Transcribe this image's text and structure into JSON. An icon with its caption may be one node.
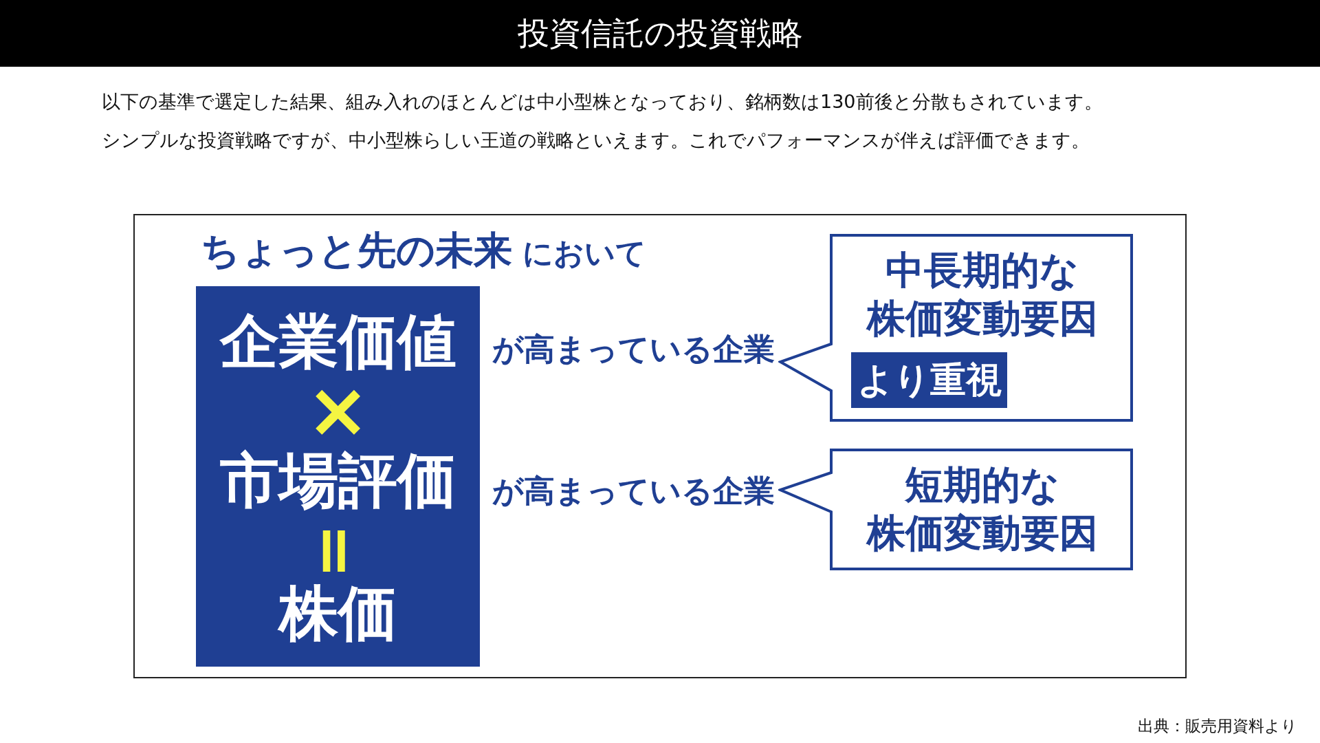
{
  "diagram": {
    "title": "投資信託の投資戦略",
    "nodes": [
      {
        "text": [
          "ちょっと先の未来 において"
        ]
      },
      {
        "text": [
          "企業価値",
          "×",
          "市場評価",
          "＝",
          "株価"
        ],
        "in": 0
      },
      {
        "text": [
          "中長期的な株価変動要因"
        ],
        "in": 0
      },
      {
        "text": [
          "より重視"
        ],
        "in": 2
      },
      {
        "text": [
          "短期的な株価変動要因"
        ],
        "in": 0
      }
    ],
    "labels": [
      "以下の基準で選定した結果、組み入れのほとんどは中小型株となっており、銘柄数は130前後と分散もされています。",
      "シンプルな投資戦略ですが、中小型株らしい王道の戦略といえます。これでパフォーマンスが伴えば評価できます。",
      "が高まっている企業",
      "が高まっている企業",
      "出典：販売用資料より"
    ]
  }
}
